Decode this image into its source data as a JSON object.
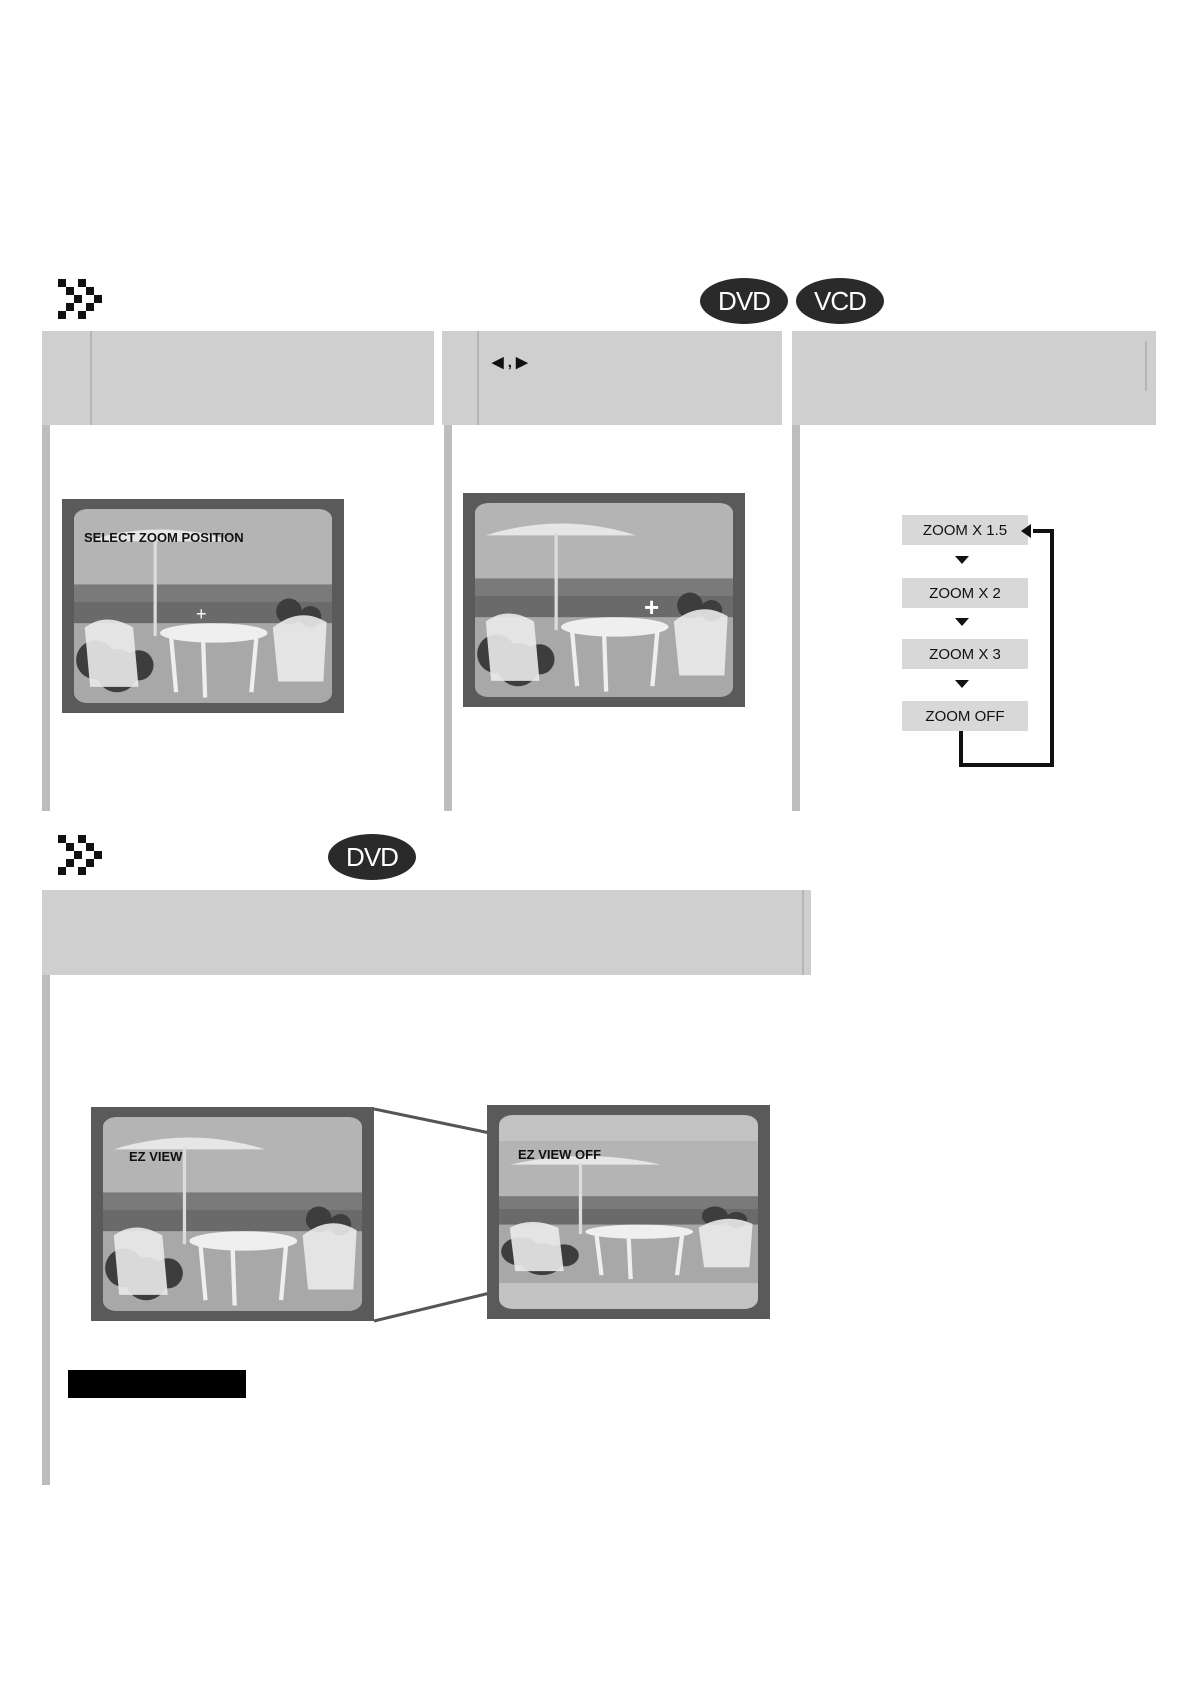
{
  "section_zoom": {
    "badges": [
      "DVD",
      "VCD"
    ],
    "step2_keys": "◀ , ▶",
    "screen1_osd": "SELECT ZOOM POSITION",
    "zoom_cycle": [
      "ZOOM  X 1.5",
      "ZOOM  X 2",
      "ZOOM  X 3",
      "ZOOM  OFF"
    ]
  },
  "section_ezview": {
    "badge": "DVD",
    "screen_left_osd": "EZ VIEW",
    "screen_right_osd": "EZ VIEW OFF"
  },
  "colors": {
    "header_band": "#cfcfcf",
    "badge": "#2a2a2a",
    "screen_frame": "#5a5a5a"
  }
}
